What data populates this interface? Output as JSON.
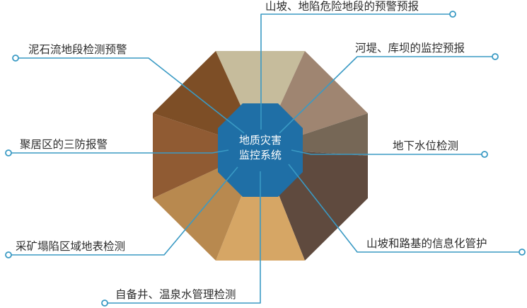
{
  "center": {
    "line1": "地质灾害",
    "line2": "监控系统",
    "color": "#1f6fa6"
  },
  "segment_colors": [
    "#c6bc9c",
    "#9f8571",
    "#766756",
    "#5f4a3e",
    "#d6a665",
    "#b8894f",
    "#905b33",
    "#7d4e26"
  ],
  "leader_color": "#3a9ac4",
  "labels": {
    "top_right": "山坡、地陷危险地段的预警预报",
    "right_upper": "河堤、库坝的监控预报",
    "right_mid": "地下水位检测",
    "right_lower": "山坡和路基的信息化管护",
    "bottom": "自备井、温泉水管理检测",
    "left_lower": "采矿塌陷区域地表检测",
    "left_mid": "聚居区的三防报警",
    "left_upper": "泥石流地段检测预警"
  }
}
